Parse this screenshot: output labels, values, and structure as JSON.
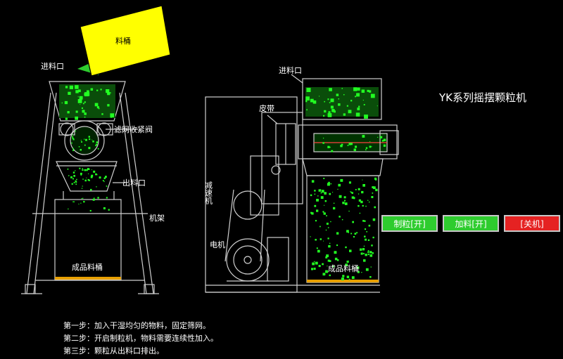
{
  "title": "YK系列摇摆颗粒机",
  "left_view": {
    "hopper_tag": "料桶",
    "inlet": "进料口",
    "valve": "滤网收紧阀",
    "outlet": "出料口",
    "frame": "机架",
    "product_bin": "成品料桶"
  },
  "right_view": {
    "inlet": "进料口",
    "belt": "皮带",
    "reducer": "减速机",
    "motor": "电机",
    "product_bin": "成品料桶"
  },
  "buttons": [
    {
      "label": "制粒[开]",
      "color": "#2ecc2e"
    },
    {
      "label": "加料[开]",
      "color": "#2ecc2e"
    },
    {
      "label": "[关机]",
      "color": "#e52222"
    }
  ],
  "steps": [
    "第一步：加入干湿均匀的物料，固定筛网。",
    "第二步：开启制粒机，物料需要连续性加入。",
    "第三步：颗粒从出料口排出。"
  ],
  "colors": {
    "line": "#cfcfcf",
    "granule": "#22ff22",
    "hopper_tag": "#ffff00",
    "run": "#2ecc2e",
    "stop": "#e52222"
  }
}
